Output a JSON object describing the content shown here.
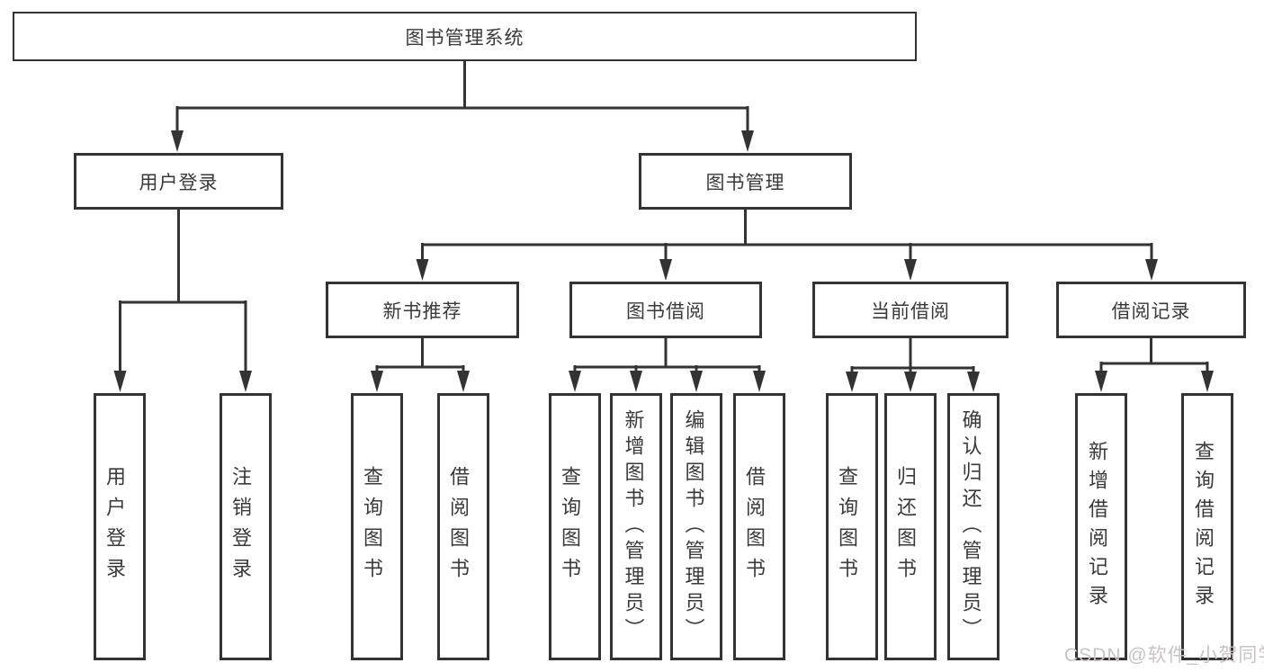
{
  "diagram": {
    "root": {
      "label": "图书管理系统",
      "children": [
        {
          "label": "用户登录",
          "children": [
            {
              "label": "用户登录"
            },
            {
              "label": "注销登录"
            }
          ]
        },
        {
          "label": "图书管理",
          "children": [
            {
              "label": "新书推荐",
              "children": [
                {
                  "label": "查询图书"
                },
                {
                  "label": "借阅图书"
                }
              ]
            },
            {
              "label": "图书借阅",
              "children": [
                {
                  "label": "查询图书"
                },
                {
                  "label": "新增图书（管理员）"
                },
                {
                  "label": "编辑图书（管理员）"
                },
                {
                  "label": "借阅图书"
                }
              ]
            },
            {
              "label": "当前借阅",
              "children": [
                {
                  "label": "查询图书"
                },
                {
                  "label": "归还图书"
                },
                {
                  "label": "确认归还（管理员）"
                }
              ]
            },
            {
              "label": "借阅记录",
              "children": [
                {
                  "label": "新增借阅记录"
                },
                {
                  "label": "查询借阅记录"
                }
              ]
            }
          ]
        }
      ]
    }
  },
  "watermark": {
    "text": "CSDN @软件_小贺同学"
  },
  "colors": {
    "line": "#333333",
    "box_border": "#333333",
    "text": "#3a3a3a",
    "watermark": "#c9c3c3",
    "background": "#ffffff"
  }
}
